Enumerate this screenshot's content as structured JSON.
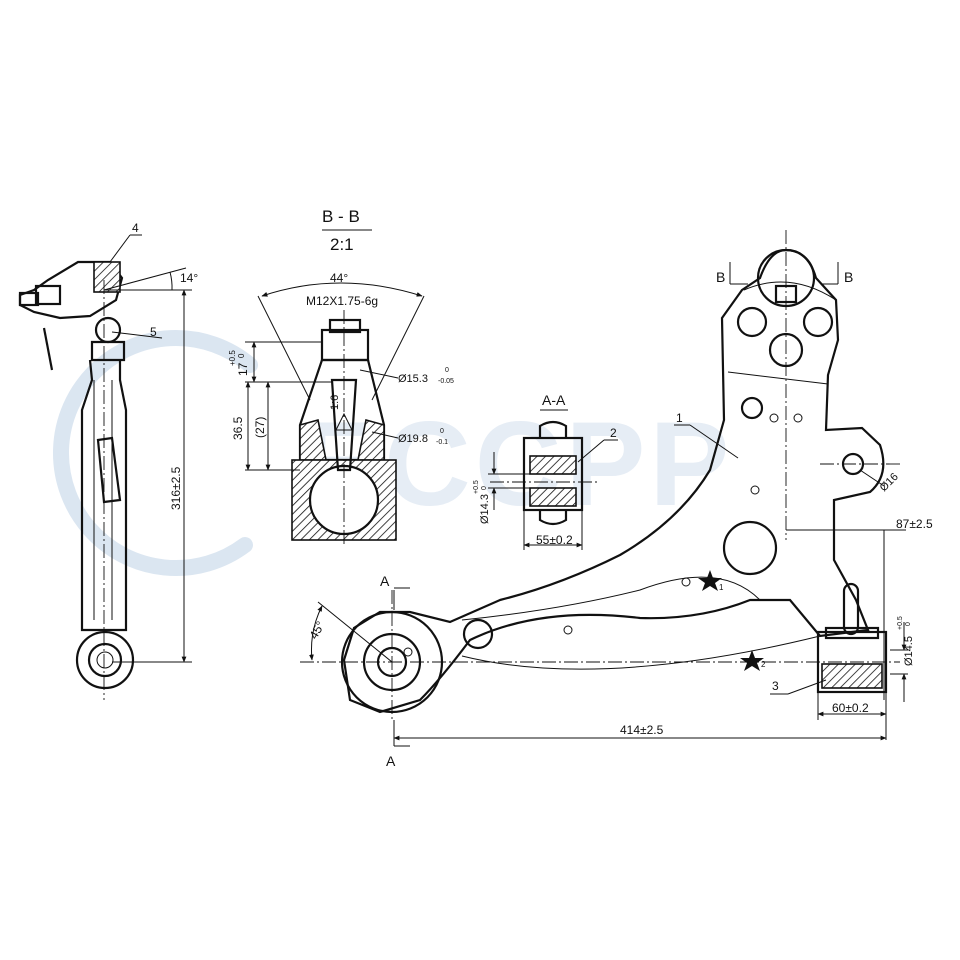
{
  "watermark": {
    "text": "ECCPP"
  },
  "section_bb": {
    "title": "B - B",
    "scale": "2:1",
    "angle": "44°",
    "thread": "M12X1.75-6g",
    "taper": "1:6"
  },
  "section_aa": {
    "title": "A-A"
  },
  "sections": {
    "a_letter": "A",
    "b_letter": "B"
  },
  "dimensions": {
    "d_17": "17",
    "d_17_tol": "+0.5",
    "d_17_tol_lo": "0",
    "d_36_5": "36.5",
    "d_27": "(27)",
    "d_15_3": "Ø15.3",
    "d_15_3_tol_hi": "0",
    "d_15_3_tol_lo": "-0.05",
    "d_19_8": "Ø19.8",
    "d_19_8_tol_hi": "0",
    "d_19_8_tol_lo": "-0.1",
    "d_14_3": "Ø14.3",
    "d_14_3_tol": "+0.5",
    "d_14_3_tol_lo": "0",
    "d_55": "55±0.2",
    "d_316": "316±2.5",
    "d_14deg": "14°",
    "d_45deg": "45°",
    "d_16": "Ø16",
    "d_87": "87±2.5",
    "d_14_5": "Ø14.5",
    "d_14_5_tol": "+0.5",
    "d_14_5_tol_lo": "0",
    "d_60": "60±0.2",
    "d_414": "414±2.5"
  },
  "callouts": {
    "c1": "1",
    "c2": "2",
    "c3": "3",
    "c4": "4",
    "c5": "5"
  },
  "stars": {
    "s1": "1",
    "s2": "2"
  }
}
